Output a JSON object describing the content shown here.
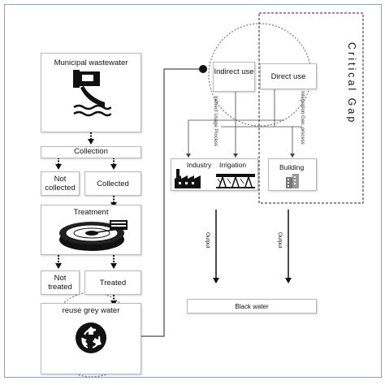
{
  "source": {
    "title": "Municipal wastewater"
  },
  "stages": {
    "collection": "Collection",
    "not_collected": "Not collected",
    "collected": "Collected",
    "treatment": "Treatment",
    "not_treated": "Not treated",
    "treated": "Treated",
    "reuse": "reuse grey water"
  },
  "uses": {
    "indirect": "Indirect use",
    "direct": "Direct use",
    "industry": "Industry",
    "irrigation": "Irrigation",
    "building": "Building"
  },
  "side_labels": {
    "indirect_process": "Indirect Usage Process",
    "direct_process": "Integration Gen. process",
    "critical_gap": "Critical Gap"
  },
  "outputs": {
    "left": "Output",
    "right": "Output",
    "black_water": "Black water"
  },
  "icons": [
    "sewer-pipe-icon",
    "water-treatment-tank-icon",
    "recycle-icon",
    "factory-icon",
    "irrigation-icon",
    "building-icon"
  ],
  "colors": {
    "frame": "#7fa3c8",
    "box_border": "#b8b8b8",
    "arrow": "#111111"
  }
}
